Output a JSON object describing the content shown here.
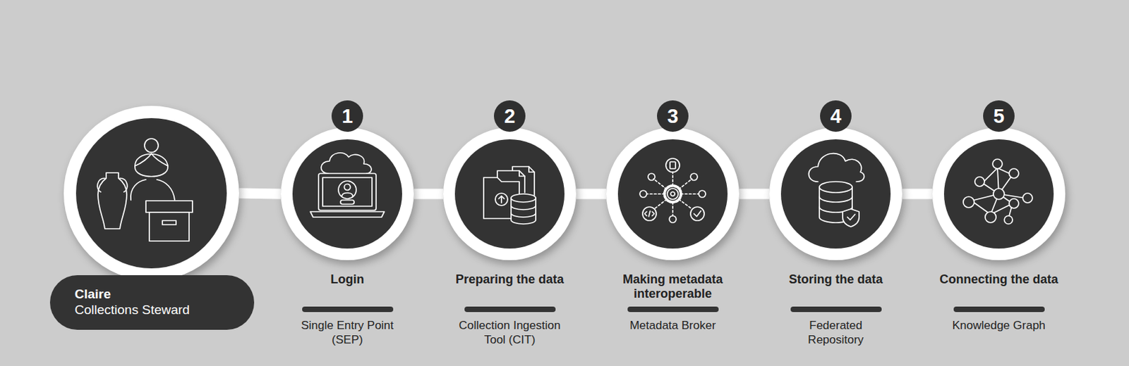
{
  "diagram": {
    "nodes": [
      {
        "text": [
          "Claire",
          "Collections Steward"
        ]
      },
      {
        "text": [
          "1",
          "Login",
          "Single Entry Point (SEP)"
        ]
      },
      {
        "text": [
          "2",
          "Preparing the data",
          "Collection Ingestion Tool (CIT)"
        ]
      },
      {
        "text": [
          "3",
          "Making metadata interoperable",
          "Metadata Broker"
        ]
      },
      {
        "text": [
          "4",
          "Storing the data",
          "Federated Repository"
        ]
      },
      {
        "text": [
          "5",
          "Connecting the data",
          "Knowledge Graph"
        ]
      }
    ],
    "edges": [
      {
        "from": 0,
        "to": 1,
        "arrow": "none"
      },
      {
        "from": 1,
        "to": 2,
        "arrow": "none"
      },
      {
        "from": 2,
        "to": 3,
        "arrow": "none"
      },
      {
        "from": 3,
        "to": 4,
        "arrow": "none"
      },
      {
        "from": 4,
        "to": 5,
        "arrow": "none"
      }
    ]
  }
}
